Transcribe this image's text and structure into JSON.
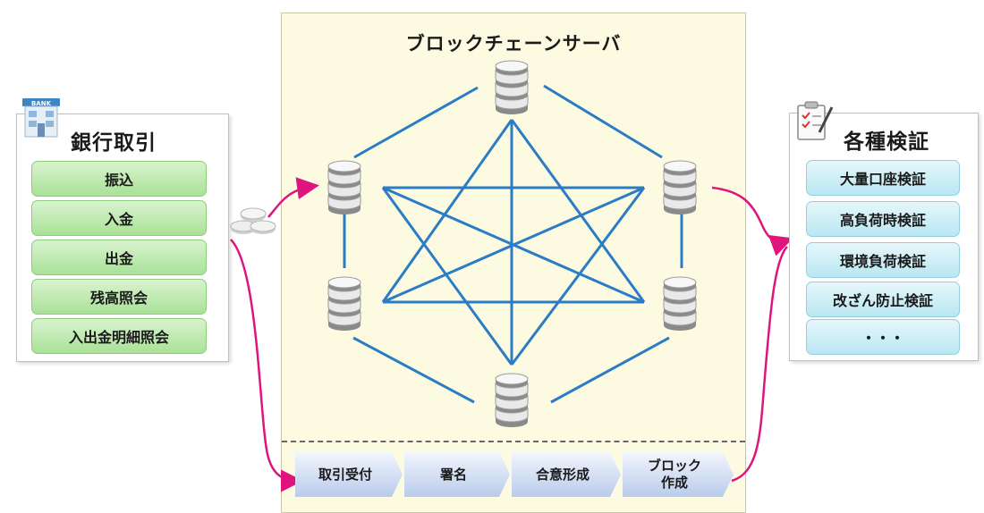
{
  "server": {
    "title": "ブロックチェーンサーバ"
  },
  "banking": {
    "title": "銀行取引",
    "items": [
      "振込",
      "入金",
      "出金",
      "残高照会",
      "入出金明細照会"
    ]
  },
  "verification": {
    "title": "各種検証",
    "items": [
      "大量口座検証",
      "高負荷時検証",
      "環境負荷検証",
      "改ざん防止検証",
      "・・・"
    ]
  },
  "process_steps": [
    "取引受付",
    "署名",
    "合意形成",
    "ブロック\n作成"
  ],
  "icons": {
    "bank": "bank-building-icon",
    "clipboard": "clipboard-checklist-icon",
    "coins": "coins-icon",
    "database": "database-node-icon"
  },
  "colors": {
    "network_line": "#2a7cc4",
    "flow_arrow": "#e0147d",
    "bank_item": "#b9e8a8",
    "verify_item": "#cdeef6",
    "server_panel": "#fcfbe2"
  }
}
